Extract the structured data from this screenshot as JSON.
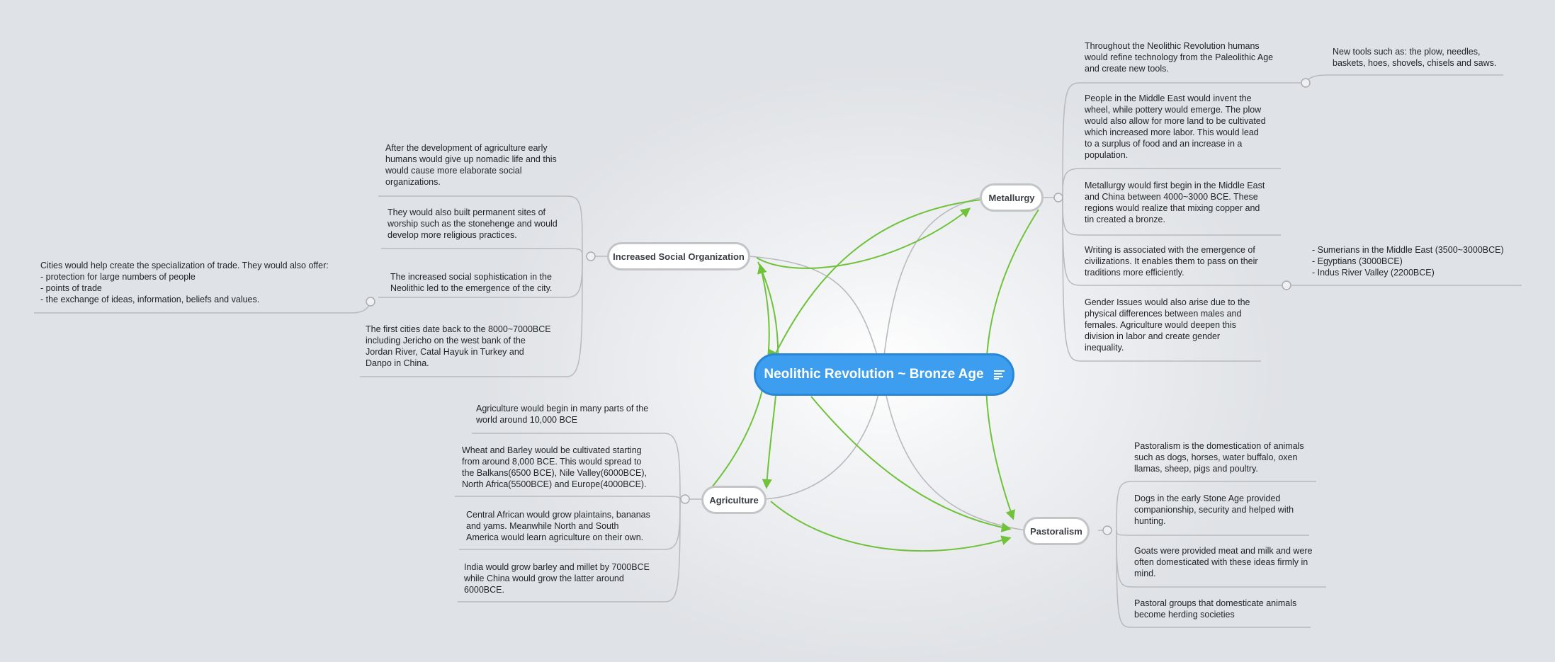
{
  "central_topic": {
    "label": "Neolithic Revolution ~ Bronze Age",
    "icon": "note-icon"
  },
  "colors": {
    "central": "#3d9ef0",
    "relationship": "#6fc23a",
    "branch": "#b8babd"
  },
  "topics": {
    "social": {
      "label": "Increased Social Organization",
      "notes": [
        "After the development of agriculture early\nhumans would give up nomadic life and this\nwould cause more elaborate social\norganizations.",
        "They would also built permanent sites of\nworship such as the stonehenge and would\ndevelop more religious practices.",
        "The increased social sophistication in the\nNeolithic led to the emergence of the city.",
        "The first cities date back to the 8000~7000BCE\nincluding Jericho on the west bank of the\nJordan River, Catal Hayuk in Turkey and\nDanpo in China."
      ],
      "city_detail": "Cities would help create the specialization of trade. They would also offer:\n- protection for large numbers of people\n- points of trade\n- the exchange of ideas, information, beliefs and values."
    },
    "agriculture": {
      "label": "Agriculture",
      "notes": [
        "Agriculture would begin in many parts of the\nworld around 10,000 BCE",
        "Wheat and Barley would be cultivated starting\nfrom around 8,000 BCE. This would spread to\nthe Balkans(6500 BCE), Nile Valley(6000BCE),\nNorth Africa(5500BCE) and Europe(4000BCE).",
        "Central African would grow plaintains, bananas\nand yams. Meanwhile North and South\nAmerica would learn agriculture on their own.",
        "India would grow barley and millet by 7000BCE\nwhile China would grow the latter around\n6000BCE."
      ]
    },
    "metallurgy": {
      "label": "Metallurgy",
      "notes": [
        "Throughout the Neolithic Revolution humans\nwould refine technology from the Paleolithic Age\nand create new tools.",
        "People in the Middle East would invent the\nwheel, while pottery would emerge. The plow\nwould also allow for more land to be cultivated\nwhich increased more labor. This would lead\nto a surplus of food and an increase in a\npopulation.",
        "Metallurgy would first begin in the Middle East\nand China between 4000~3000 BCE. These\nregions would realize that mixing copper and\ntin created a bronze.",
        "Writing is associated with the emergence of\ncivilizations. It enables them to pass on their\ntraditions more efficiently.",
        "Gender Issues would also arise due to the\nphysical differences between males and\nfemales. Agriculture would deepen this\ndivision in labor and create gender\ninequality."
      ],
      "tools_detail": "New tools such as: the plow, needles,\nbaskets, hoes, shovels, chisels and saws.",
      "writing_detail": "- Sumerians in the Middle East (3500~3000BCE)\n- Egyptians (3000BCE)\n- Indus River Valley (2200BCE)"
    },
    "pastoralism": {
      "label": "Pastoralism",
      "notes": [
        "Pastoralism is the domestication of animals\nsuch as dogs, horses, water buffalo, oxen\nllamas, sheep, pigs and poultry.",
        "Dogs in the early Stone Age provided\ncompanionship, security and helped with\nhunting.",
        "Goats were provided meat and milk and were\noften domesticated with these ideas firmly in\nmind.",
        "Pastoral groups that domesticate animals\nbecome herding societies"
      ]
    }
  }
}
